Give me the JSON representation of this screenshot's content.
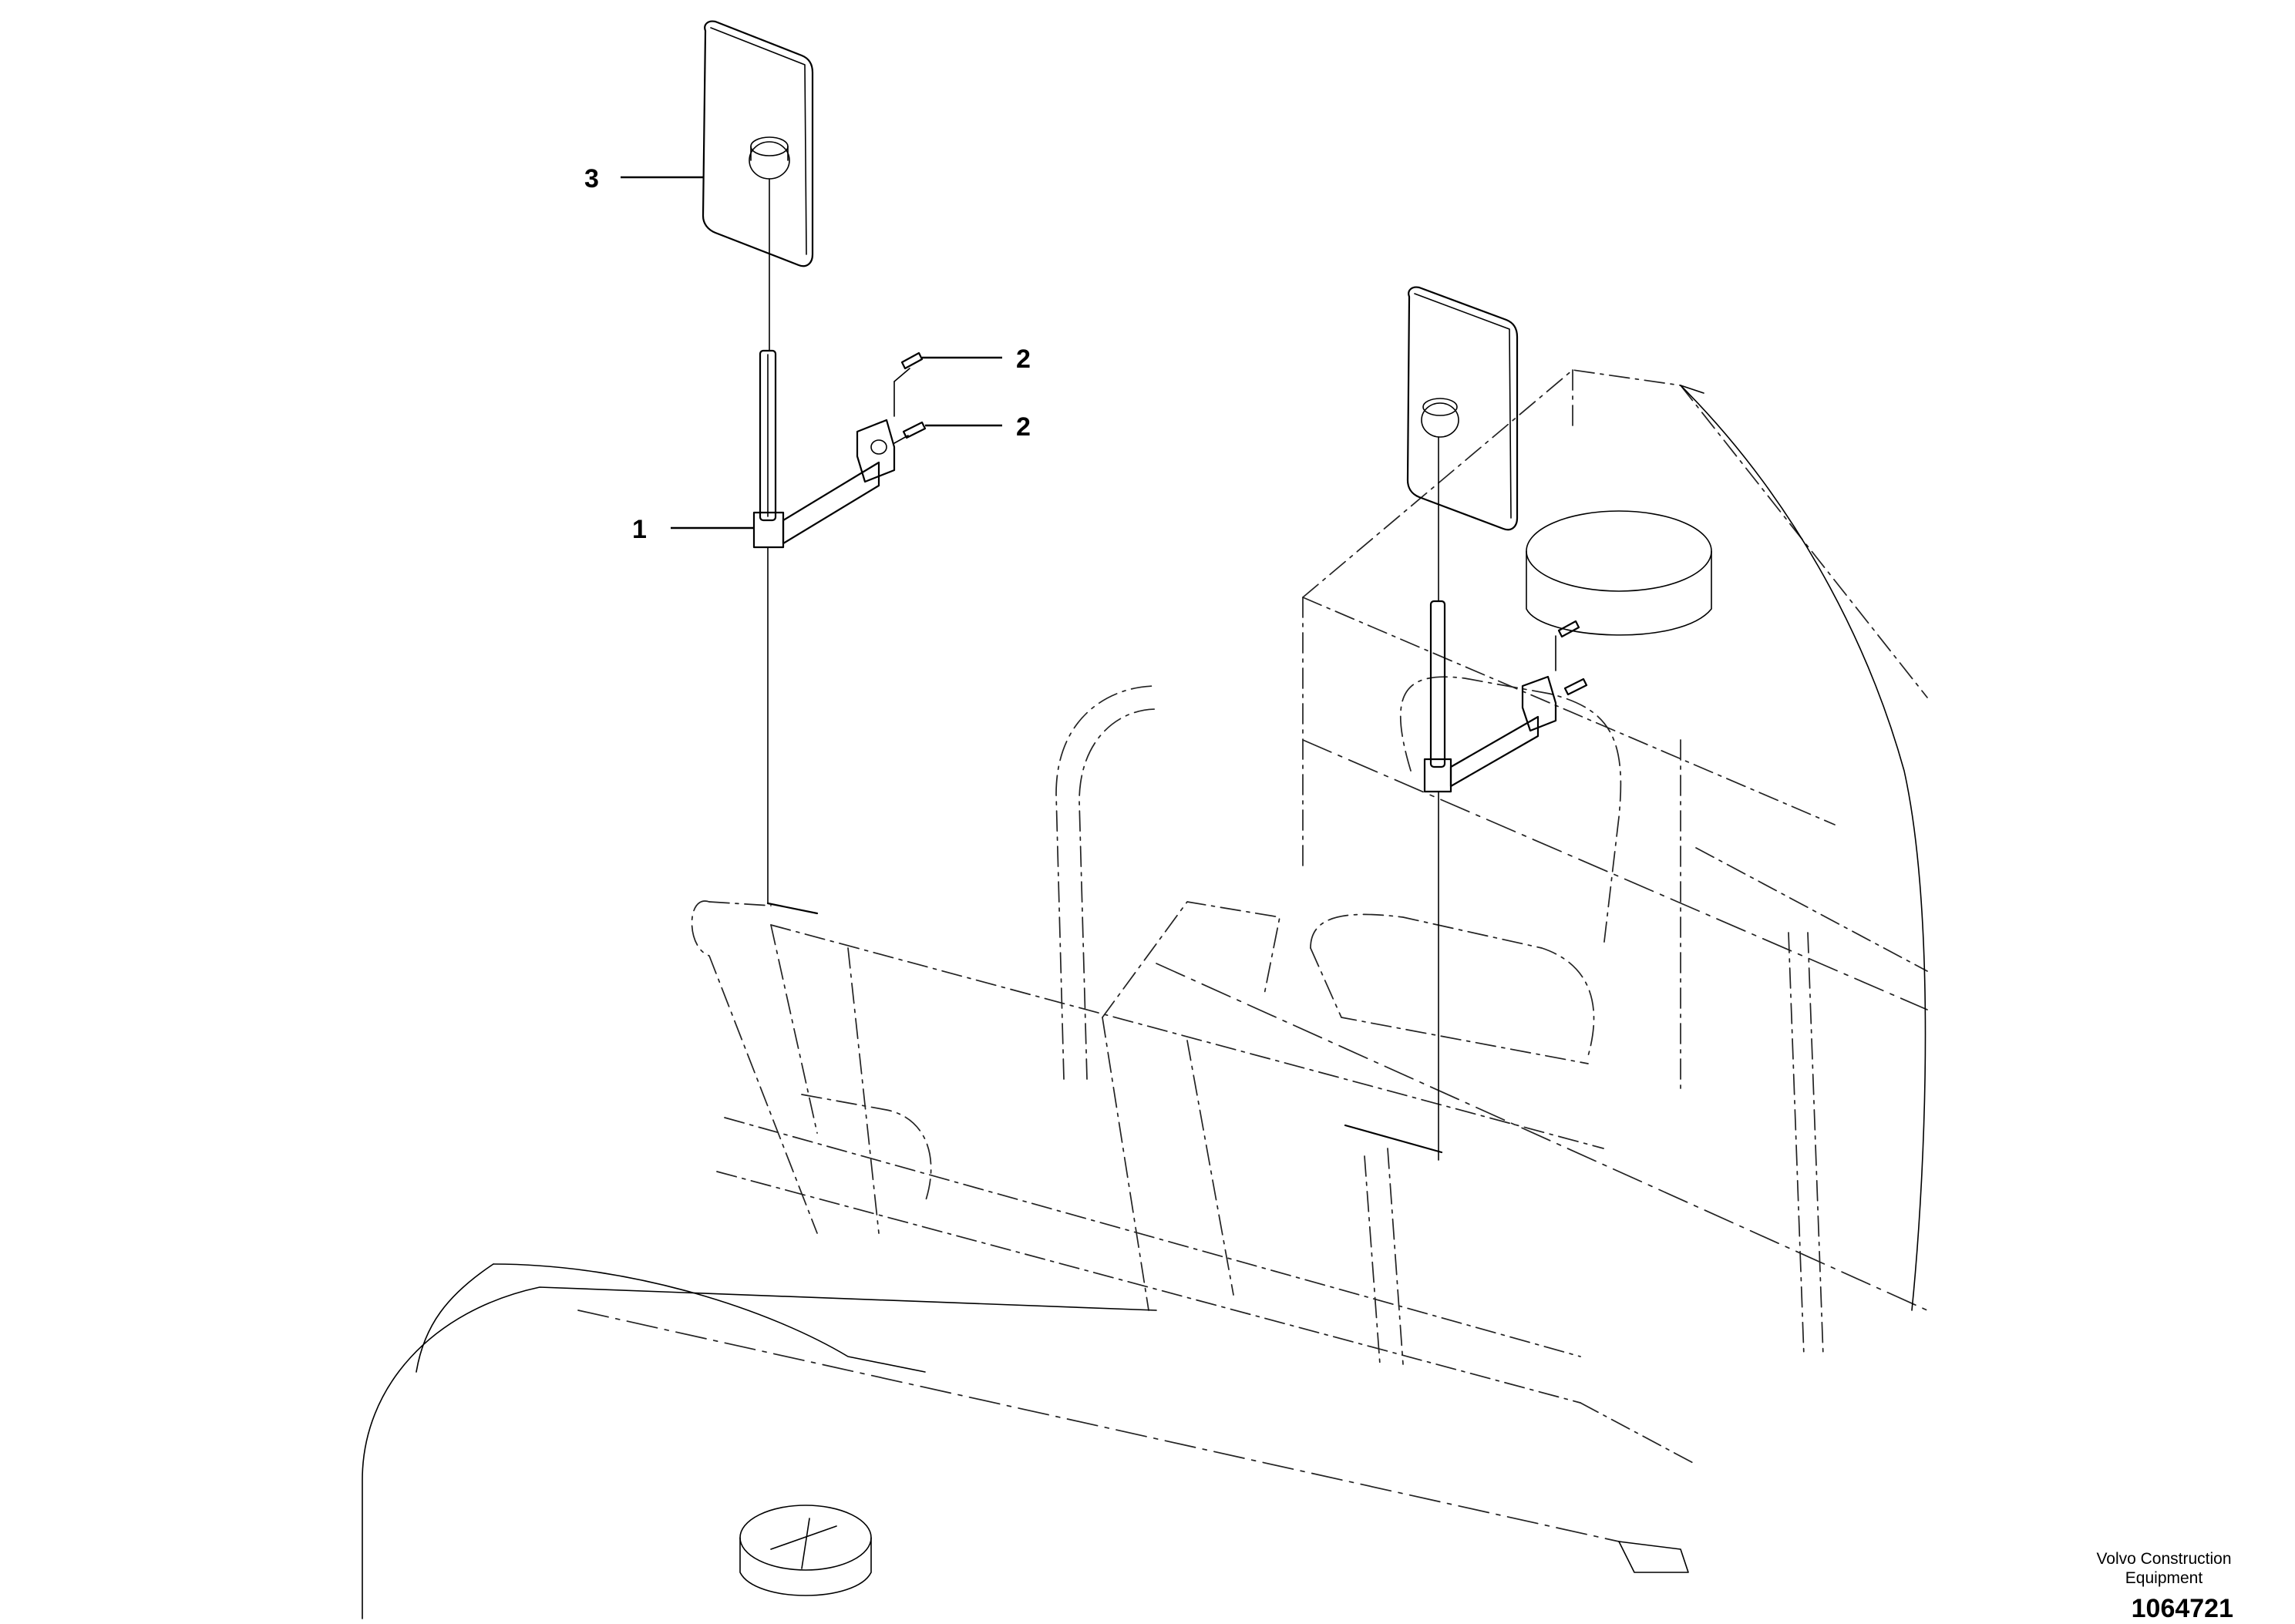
{
  "callouts": [
    {
      "id": "callout-3",
      "label": "3"
    },
    {
      "id": "callout-2a",
      "label": "2"
    },
    {
      "id": "callout-2b",
      "label": "2"
    },
    {
      "id": "callout-1",
      "label": "1"
    }
  ],
  "footer": {
    "brand": "Volvo Construction Equipment",
    "figure_number": "1064721"
  }
}
